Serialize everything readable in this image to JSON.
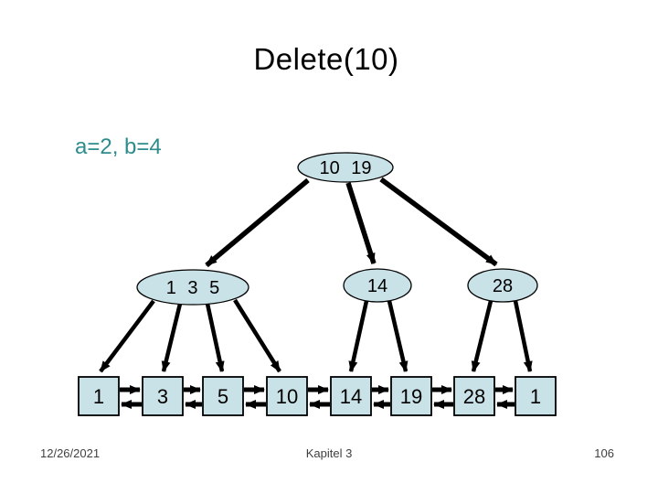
{
  "slide": {
    "title": "Delete(10)",
    "annotation": "a=2, b=4",
    "footer": {
      "date": "12/26/2021",
      "chapter": "Kapitel 3",
      "page": "106"
    }
  },
  "tree": {
    "root": "10 19",
    "internal_nodes": [
      "1 3 5",
      "14",
      "28"
    ],
    "leaves": [
      "1",
      "3",
      "5",
      "10",
      "14",
      "19",
      "28",
      "1"
    ]
  },
  "colors": {
    "background": "#ffffff",
    "node_fill": "#c9e2e7",
    "node_border": "#000000",
    "arrow": "#000000",
    "title_text": "#000000",
    "annotation_text": "#2e8c8c",
    "footer_text": "#3f3f3f"
  }
}
